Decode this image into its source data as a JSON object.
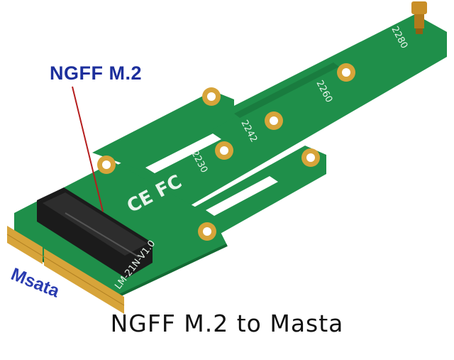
{
  "callout_label": "NGFF M.2",
  "side_label": "Msata",
  "caption": "NGFF M.2 to Masta",
  "board": {
    "part_number": "LM-21N-V1.0",
    "length_marks": [
      "2280",
      "2260",
      "2242",
      "2230"
    ],
    "cert_mark": "CE FC"
  },
  "colors": {
    "pcb": "#1f8f4a",
    "pcb_edge": "#136a33",
    "gold": "#d7a43a",
    "callout_text": "#1c2f9c",
    "pointer": "#b51d1d"
  }
}
